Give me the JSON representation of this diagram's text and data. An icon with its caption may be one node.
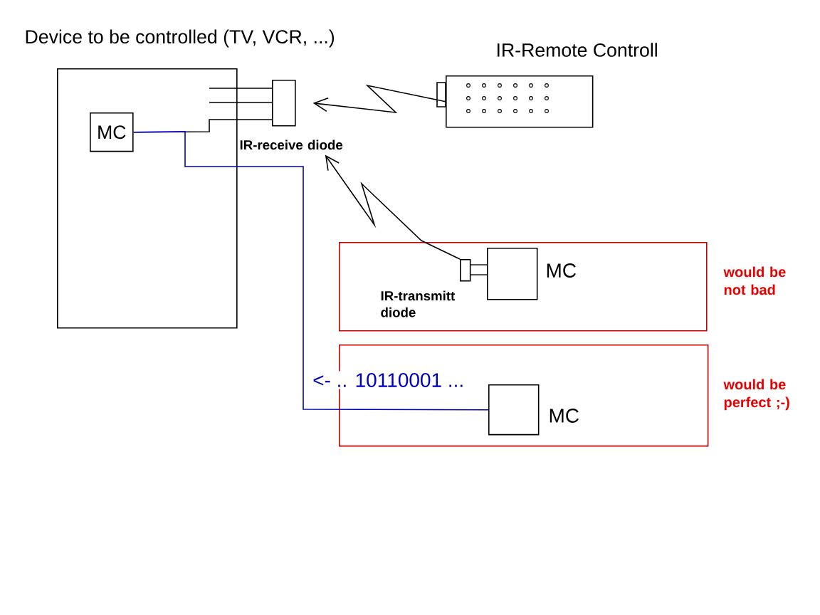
{
  "diagram": {
    "nodes": [
      {
        "text": [
          "Device to be controlled (TV, VCR, ...)"
        ]
      },
      {
        "text": [
          "MC"
        ],
        "in": 0
      },
      {
        "text": [],
        "shape": "box",
        "beside": [
          "IR-receive diode"
        ]
      },
      {
        "text": [
          "IR-Remote Controll"
        ]
      },
      {
        "text": [],
        "shape": "box",
        "beside": [
          "would be not bad"
        ]
      },
      {
        "text": [
          "MC"
        ],
        "in": 4
      },
      {
        "text": [],
        "shape": "box",
        "beside": [
          "IR-transmitt diode"
        ],
        "in": 4
      },
      {
        "text": [],
        "shape": "box",
        "beside": [
          "would be perfect ;-)"
        ]
      },
      {
        "text": [
          "MC"
        ],
        "in": 7
      }
    ],
    "edges": [
      {
        "from": null,
        "to": 2,
        "arrow": "none"
      },
      {
        "from": null,
        "to": 2,
        "arrow": "none"
      },
      {
        "from": 1,
        "to": 2,
        "arrow": "none"
      },
      {
        "from": 3,
        "to": 2,
        "arrow": "to"
      },
      {
        "from": 6,
        "to": 2,
        "arrow": "to"
      },
      {
        "from": 8,
        "to": 1,
        "arrow": "none",
        "color": "#0000c0",
        "label": "<- .. 10110001 ..."
      }
    ]
  }
}
